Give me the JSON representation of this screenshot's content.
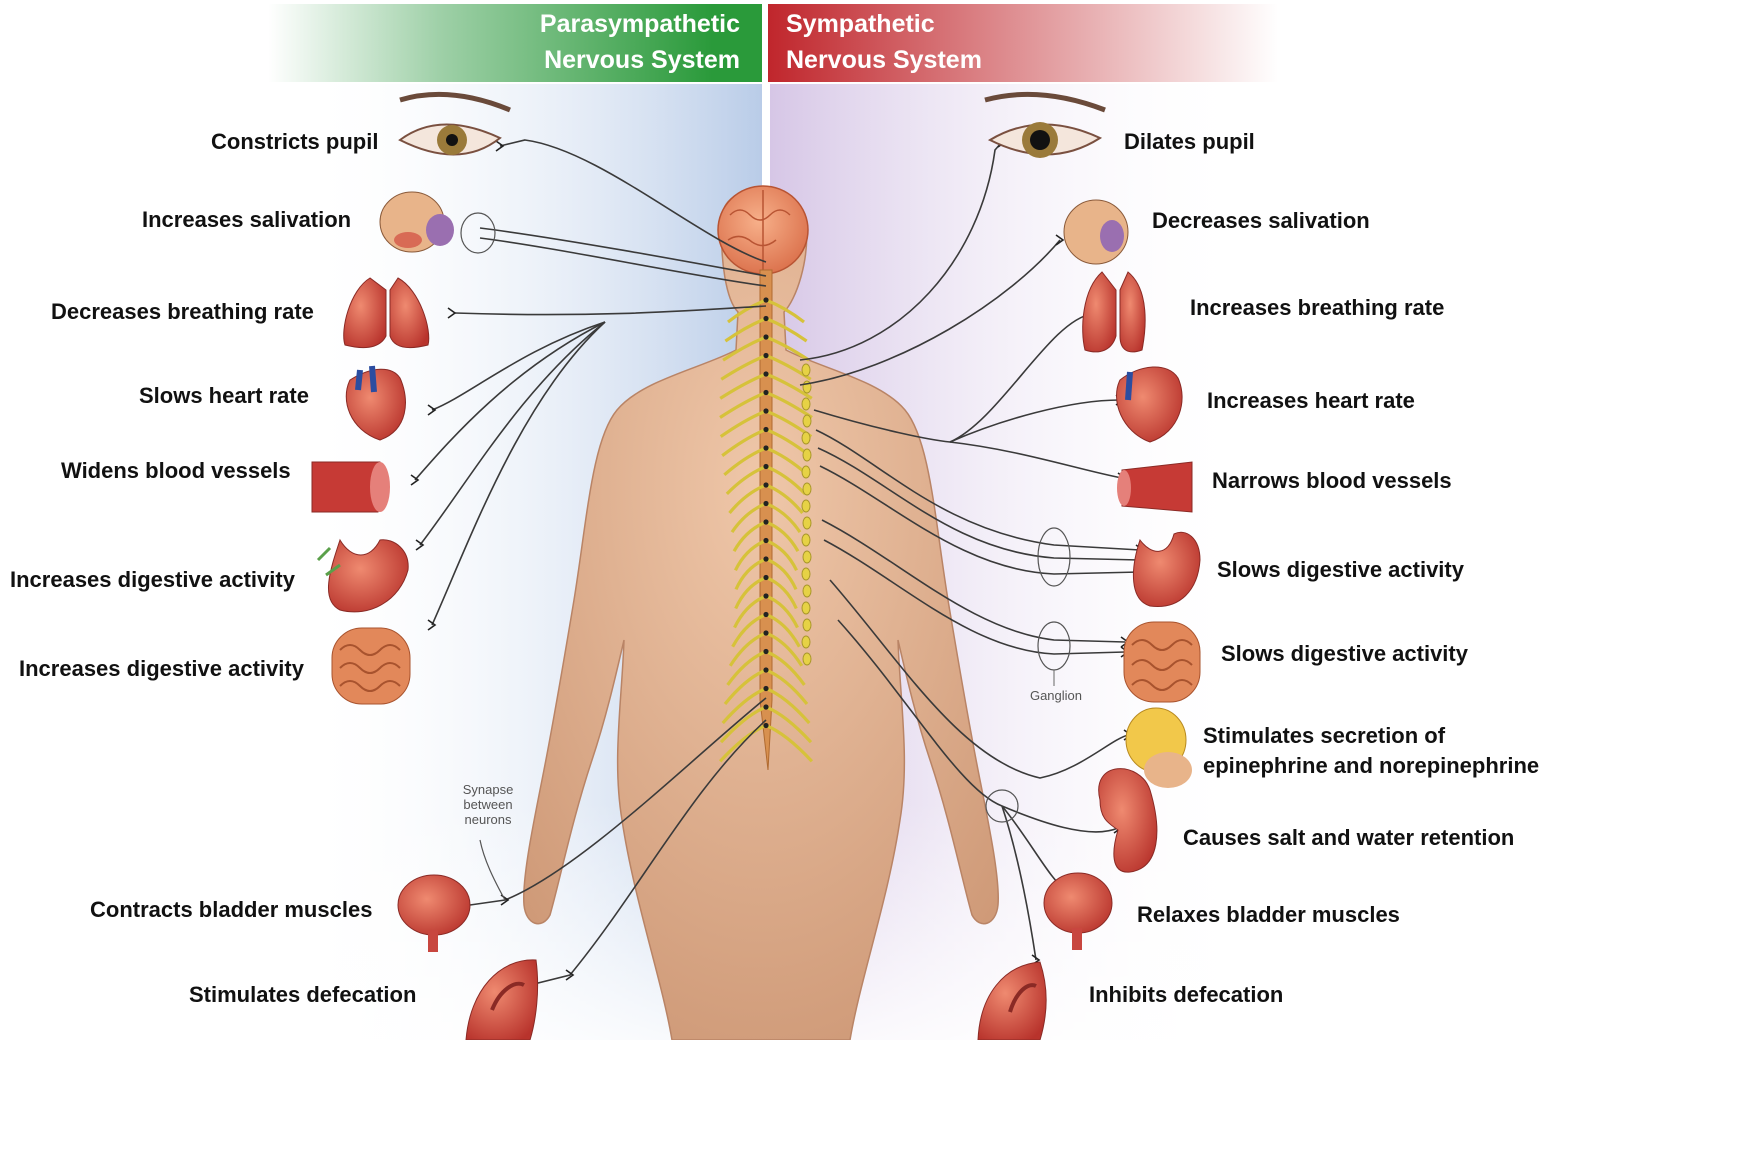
{
  "headers": {
    "parasympathetic": [
      "Parasympathetic",
      "Nervous System"
    ],
    "sympathetic": [
      "Sympathetic",
      "Nervous System"
    ]
  },
  "parasympathetic_effects": [
    "Constricts pupil",
    "Increases salivation",
    "Decreases breathing rate",
    "Slows heart rate",
    "Widens blood vessels",
    "Increases digestive activity",
    "Increases digestive activity",
    "Contracts bladder muscles",
    "Stimulates defecation"
  ],
  "sympathetic_effects": [
    "Dilates pupil",
    "Decreases salivation",
    "Increases breathing rate",
    "Increases heart rate",
    "Narrows blood vessels",
    "Slows digestive activity",
    "Slows digestive activity",
    "Stimulates secretion of epinephrine and norepinephrine",
    "Causes salt and water retention",
    "Relaxes bladder muscles",
    "Inhibits defecation"
  ],
  "annotations": {
    "synapse": [
      "Synapse",
      "between",
      "neurons"
    ],
    "ganglion": "Ganglion"
  },
  "colors": {
    "parasympathetic": "#2a9a3a",
    "sympathetic": "#c0262c",
    "left_panel": "#b9cce8",
    "right_panel": "#d6c6e6",
    "nerve": "#d6c23a",
    "skin": "#e2b495",
    "organ": "#c8463f"
  }
}
